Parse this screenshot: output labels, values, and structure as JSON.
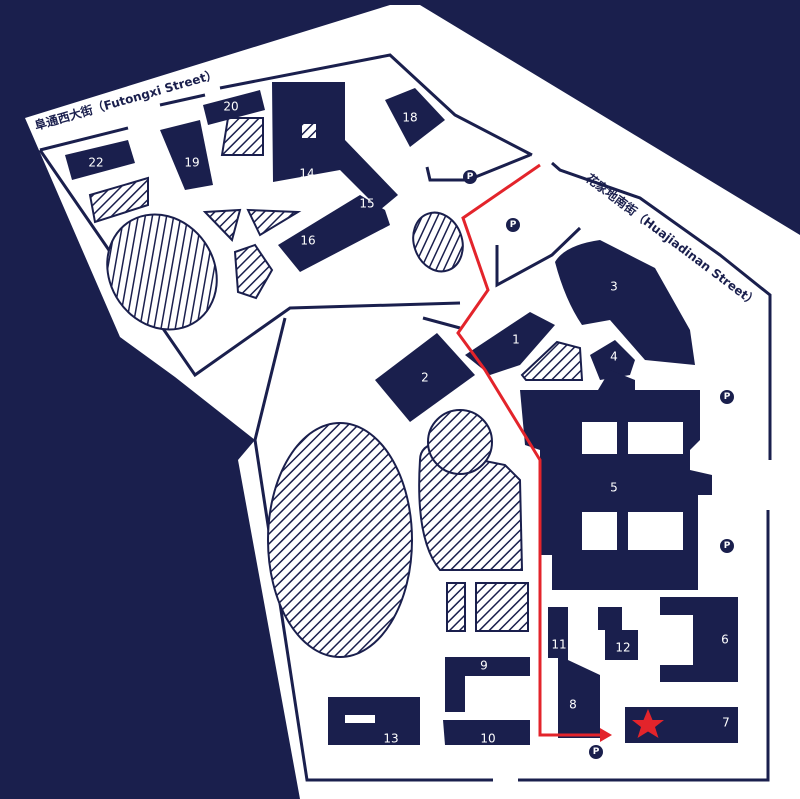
{
  "colors": {
    "navy": "#1a1f4d",
    "ground": "#ffffff",
    "route": "#e3242b",
    "destination": "#e3242b"
  },
  "streets": {
    "futongxi": "阜通西大街（Futongxi Street）",
    "huajiadinan": "花家地南街（Huajiadinan Street）"
  },
  "buildings": {
    "b1": "1",
    "b2": "2",
    "b3": "3",
    "b4": "4",
    "b5": "5",
    "b6": "6",
    "b7": "7",
    "b8": "8",
    "b9": "9",
    "b10": "10",
    "b11": "11",
    "b12": "12",
    "b13": "13",
    "b14": "14",
    "b15": "15",
    "b16": "16",
    "b18": "18",
    "b19": "19",
    "b20": "20",
    "b22": "22"
  },
  "parking_label": "P",
  "destination_icon": "star-icon",
  "route_icon": "route-arrow-icon"
}
